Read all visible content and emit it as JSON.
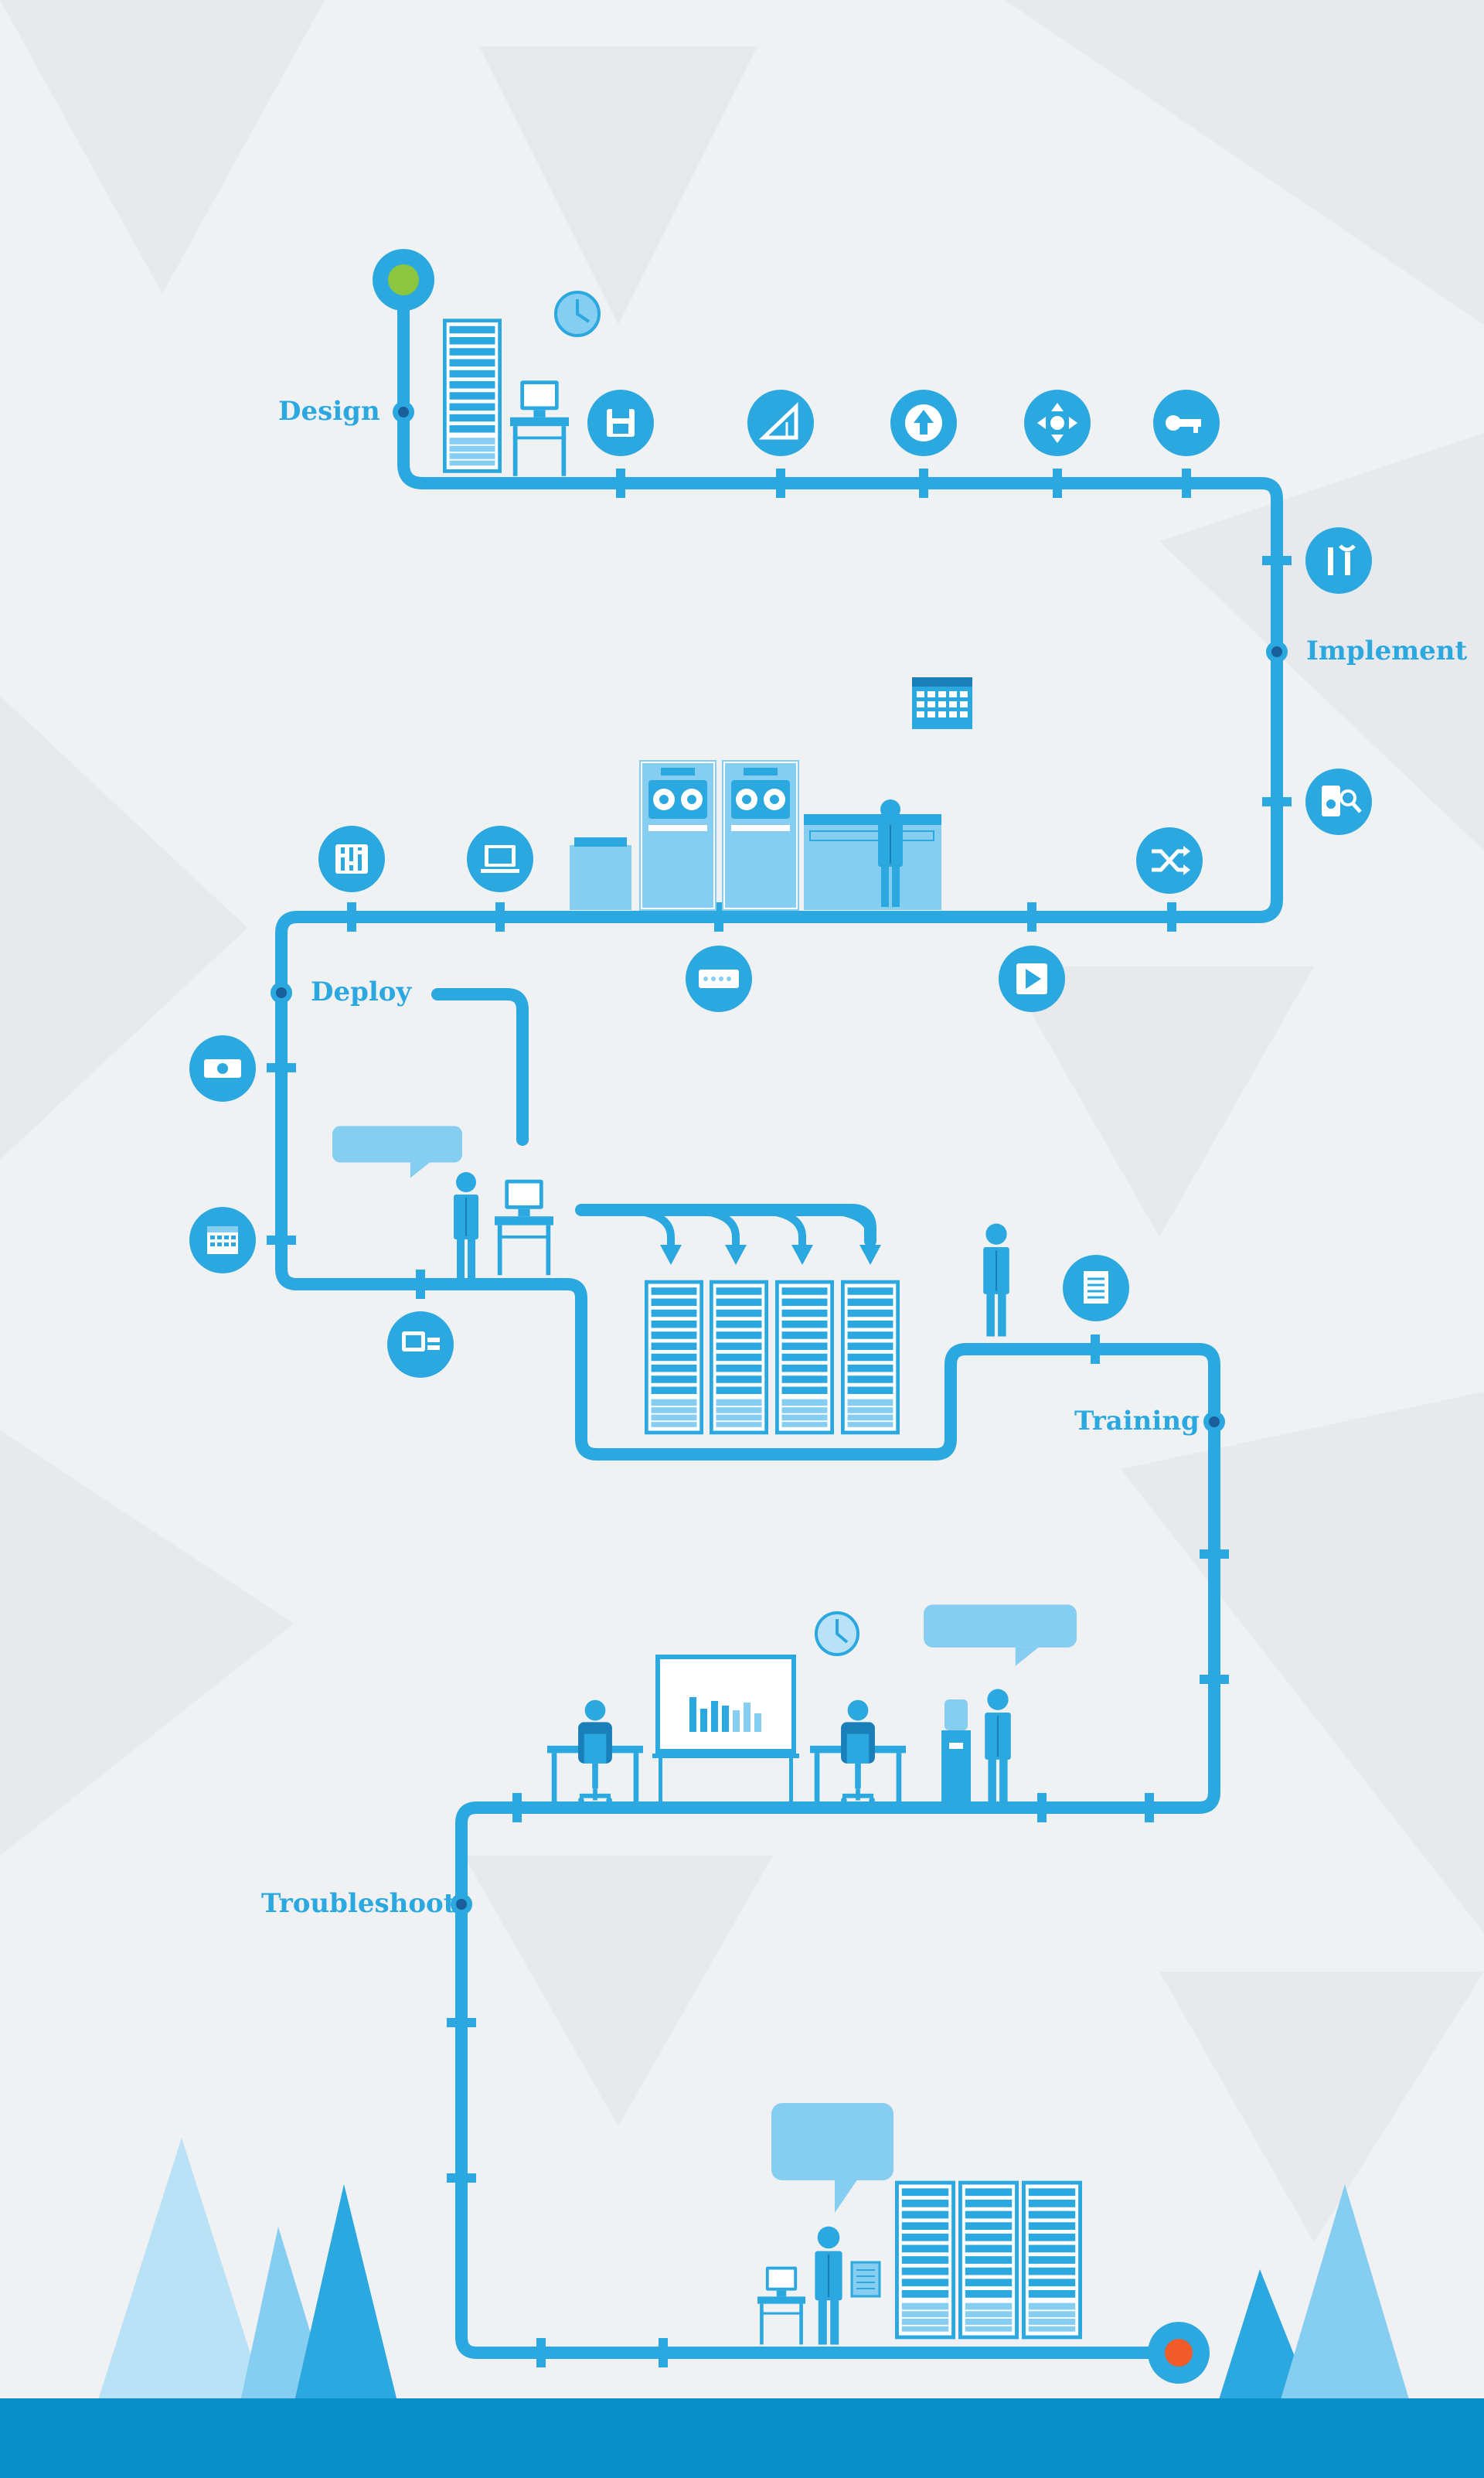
{
  "stages": [
    {
      "id": "design",
      "label": "Design"
    },
    {
      "id": "implement",
      "label": "Implement"
    },
    {
      "id": "deploy",
      "label": "Deploy"
    },
    {
      "id": "training",
      "label": "Training"
    },
    {
      "id": "troubleshoot",
      "label": "Troubleshoot"
    }
  ],
  "colors": {
    "background": "#eff1f3",
    "accent": "#2aa8df",
    "accent_dark": "#1a7fb8",
    "accent_light": "#86cdf2",
    "accent_pale": "#b9e2f7",
    "start_marker": "#8cc63f",
    "end_marker": "#f15a29",
    "ground": "#0b8fc8"
  },
  "icons": [
    "clock-icon",
    "floppy-disk-icon",
    "set-square-icon",
    "upload-icon",
    "move-arrows-icon",
    "key-icon",
    "tools-icon",
    "disk-search-icon",
    "calendar-icon",
    "shuffle-icon",
    "play-icon",
    "tape-icon",
    "monitor-icon",
    "equalizer-icon",
    "money-icon",
    "keyboard-icon",
    "document-icon",
    "whiteboard-chart-icon",
    "water-cooler-icon",
    "server-rack-icon",
    "mainframe-icon",
    "person-icon",
    "speech-bubble-icon"
  ]
}
